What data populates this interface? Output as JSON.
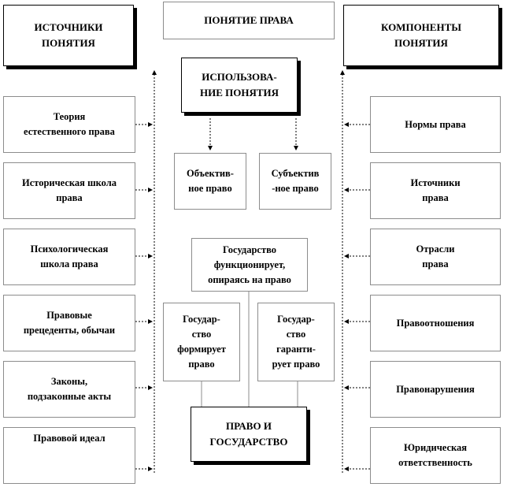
{
  "top": {
    "left_header": "ИСТОЧНИКИ\nПОНЯТИЯ",
    "center_title": "ПОНЯТИЕ ПРАВА",
    "right_header": "КОМПОНЕНТЫ\nПОНЯТИЯ",
    "use_box": "ИСПОЛЬЗОВА-\nНИЕ ПОНЯТИЯ"
  },
  "left_items": [
    "Теория\nестественного права",
    "Историческая школа\nправа",
    "Психологическая\nшкола права",
    "Правовые\nпрецеденты, обычаи",
    "Законы,\nподзаконные акты",
    "Правовой идеал"
  ],
  "right_items": [
    "Нормы права",
    "Источники\nправа",
    "Отрасли\nправа",
    "Правоотношения",
    "Правонарушения",
    "Юридическая\nответственность"
  ],
  "center": {
    "objective": "Объектив-\nное право",
    "subjective": "Субъектив\n-ное право",
    "functions": "Государство\nфункционирует,\nопираясь на право",
    "forms": "Государ-\nство\nформирует\nправо",
    "guarantees": "Государ-\nство\nгаранти-\nрует право",
    "bottom": "ПРАВО И\nГОСУДАРСТВО"
  },
  "colors": {
    "line": "#8c8c8c",
    "box_border": "#000000",
    "background": "#ffffff"
  }
}
